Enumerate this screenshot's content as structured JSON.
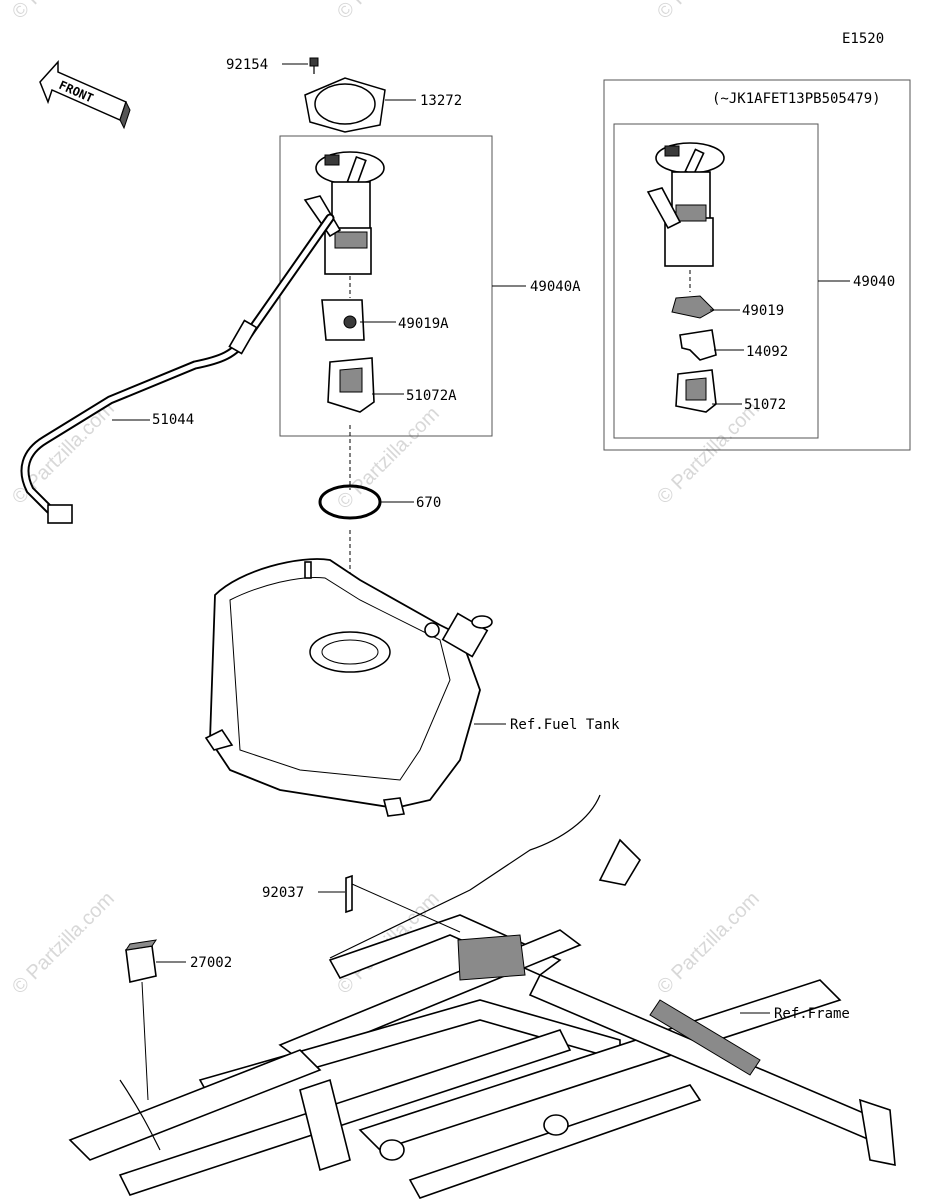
{
  "diagram_code": "E1520",
  "front_arrow_label": "FRONT",
  "variant_note": "(~JK1AFET13PB505479)",
  "callouts": {
    "p92154": "92154",
    "p13272": "13272",
    "p49040A": "49040A",
    "p49019A": "49019A",
    "p51072A": "51072A",
    "p51044": "51044",
    "p670": "670",
    "p49040": "49040",
    "p49019": "49019",
    "p14092": "14092",
    "p51072": "51072",
    "ref_fuel_tank": "Ref.Fuel Tank",
    "p92037": "92037",
    "p27002": "27002",
    "ref_frame": "Ref.Frame"
  },
  "watermark": "© Partzilla.com"
}
